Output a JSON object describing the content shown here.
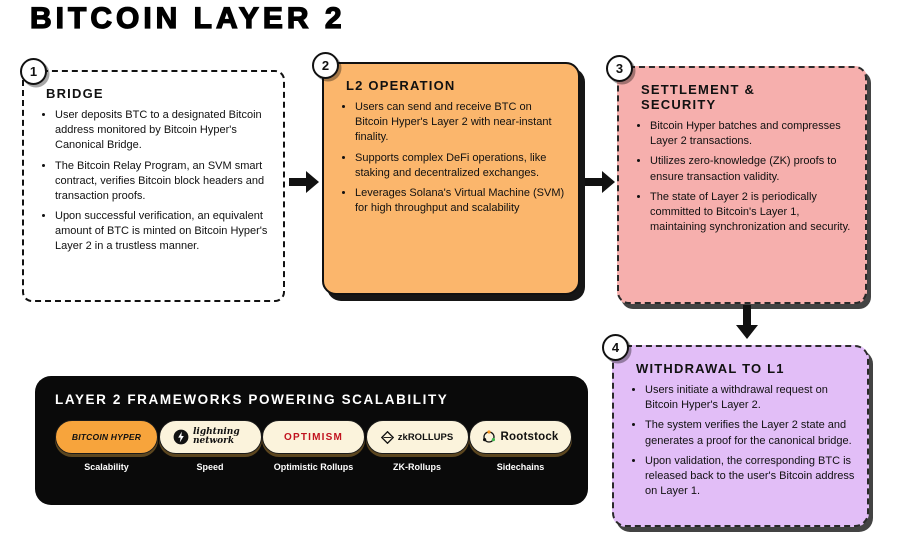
{
  "title": "BITCOIN LAYER 2",
  "steps": [
    {
      "number": "1",
      "heading": "BRIDGE",
      "bullets": [
        "User deposits BTC to a designated Bitcoin address monitored by Bitcoin Hyper's Canonical Bridge.",
        "The Bitcoin Relay Program, an SVM smart contract, verifies Bitcoin block headers and transaction proofs.",
        "Upon successful verification, an equivalent amount of BTC is minted on Bitcoin Hyper's Layer 2 in a trustless manner."
      ]
    },
    {
      "number": "2",
      "heading": "L2 OPERATION",
      "bullets": [
        "Users can send and receive BTC on Bitcoin Hyper's Layer 2 with near-instant finality.",
        "Supports complex DeFi operations, like staking and decentralized exchanges.",
        "Leverages Solana's Virtual Machine (SVM) for high throughput and scalability"
      ]
    },
    {
      "number": "3",
      "heading": "SETTLEMENT & SECURITY",
      "bullets": [
        "Bitcoin Hyper batches and compresses Layer 2 transactions.",
        "Utilizes zero-knowledge (ZK) proofs to ensure transaction validity.",
        "The state of Layer 2 is periodically committed to Bitcoin's Layer 1, maintaining synchronization and security."
      ]
    },
    {
      "number": "4",
      "heading": "WITHDRAWAL TO L1",
      "bullets": [
        "Users initiate a withdrawal request on Bitcoin Hyper's Layer 2.",
        "The system verifies the Layer 2 state and generates a proof for the canonical bridge.",
        "Upon validation, the corresponding BTC is released back to the user's Bitcoin address on Layer 1."
      ]
    }
  ],
  "frameworks": {
    "heading": "LAYER 2 FRAMEWORKS POWERING SCALABILITY",
    "items": [
      {
        "logo": "BITCOIN HYPER",
        "label": "Scalability",
        "icon": "bitcoin-hyper-logo"
      },
      {
        "logo": "lightning network",
        "label": "Speed",
        "icon": "lightning-bolt-icon"
      },
      {
        "logo": "OPTIMISM",
        "label": "Optimistic Rollups",
        "icon": "optimism-wordmark"
      },
      {
        "logo": "zkROLLUPS",
        "label": "ZK-Rollups",
        "icon": "ethereum-diamond-icon"
      },
      {
        "logo": "Rootstock",
        "label": "Sidechains",
        "icon": "rootstock-orbit-icon"
      }
    ]
  },
  "colors": {
    "l2_operation_bg": "#FBB66C",
    "settlement_bg": "#F6AFAD",
    "withdrawal_bg": "#E2BEF7",
    "panel_bg": "#0A0A0A",
    "pill_cream": "#FBF3DC",
    "pill_orange": "#F7A43C",
    "optimism_red": "#C1121F",
    "ink": "#111111"
  }
}
